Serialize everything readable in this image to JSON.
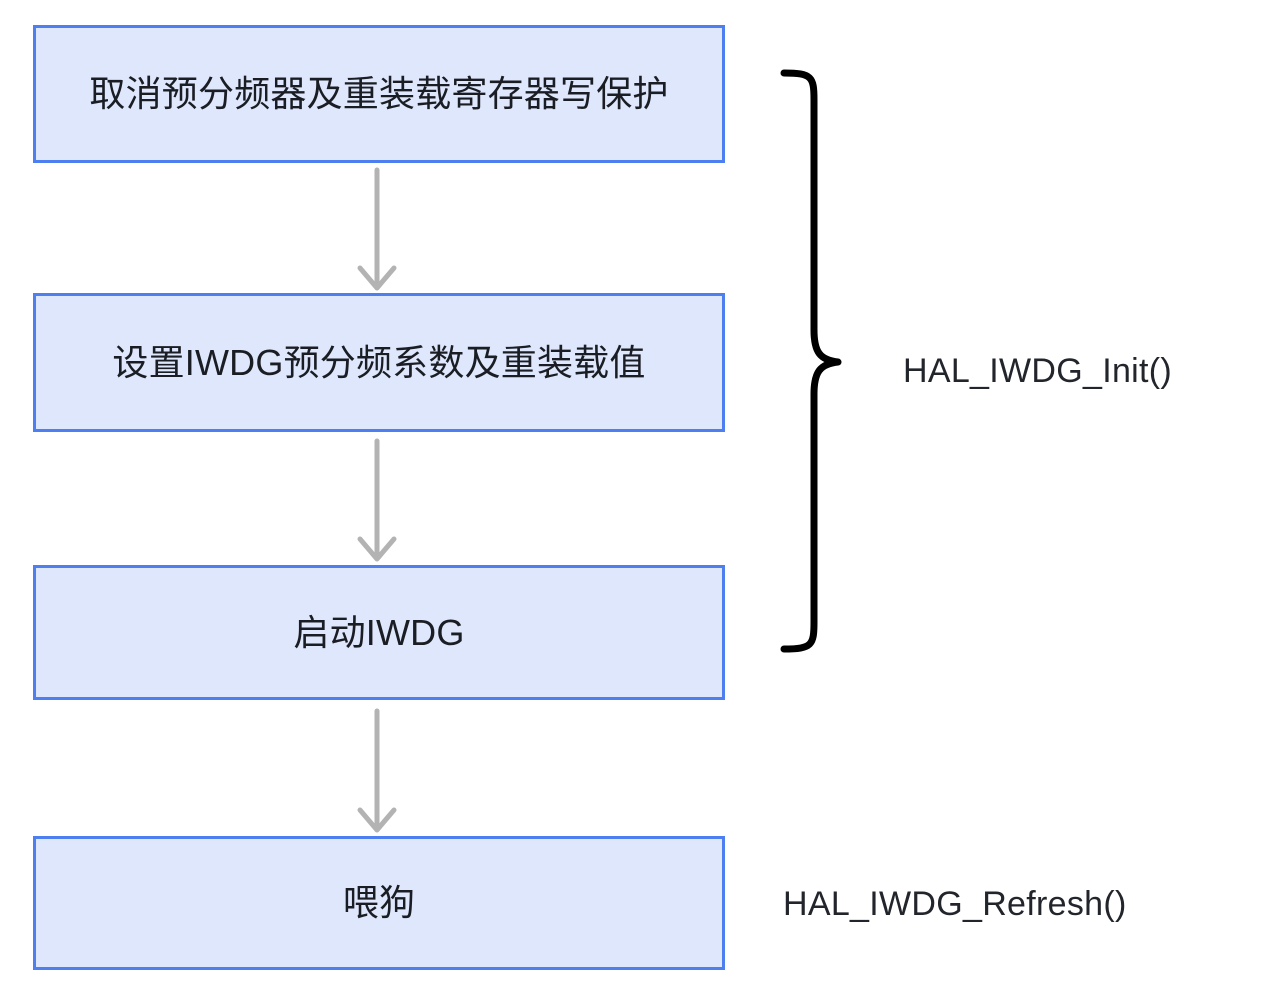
{
  "diagram": {
    "title": "IWDG HAL flow",
    "colors": {
      "node_fill": "#dfe7fd",
      "node_border": "#4d7ff0",
      "node_text": "#1a1d23",
      "arrow": "#b3b3b3",
      "brace": "#000000",
      "side_text": "#22252b",
      "background": "#ffffff"
    },
    "nodes": [
      {
        "id": "node-1",
        "label": "取消预分频器及重装载寄存器写保护"
      },
      {
        "id": "node-2",
        "label": "设置IWDG预分频系数及重装载值"
      },
      {
        "id": "node-3",
        "label": "启动IWDG"
      },
      {
        "id": "node-4",
        "label": "喂狗"
      }
    ],
    "connectors": [
      {
        "id": "arrow-1",
        "from": "node-1",
        "to": "node-2",
        "direction": "down"
      },
      {
        "id": "arrow-2",
        "from": "node-2",
        "to": "node-3",
        "direction": "down"
      },
      {
        "id": "arrow-3",
        "from": "node-3",
        "to": "node-4",
        "direction": "down"
      }
    ],
    "groupings": [
      {
        "id": "grouping-init",
        "brace": "right-curly-brace",
        "covers": [
          "node-1",
          "node-2",
          "node-3"
        ],
        "label": "HAL_IWDG_Init()"
      }
    ],
    "side_labels": [
      {
        "id": "label-init",
        "text": "HAL_IWDG_Init()"
      },
      {
        "id": "label-refresh",
        "text": "HAL_IWDG_Refresh()"
      }
    ]
  }
}
